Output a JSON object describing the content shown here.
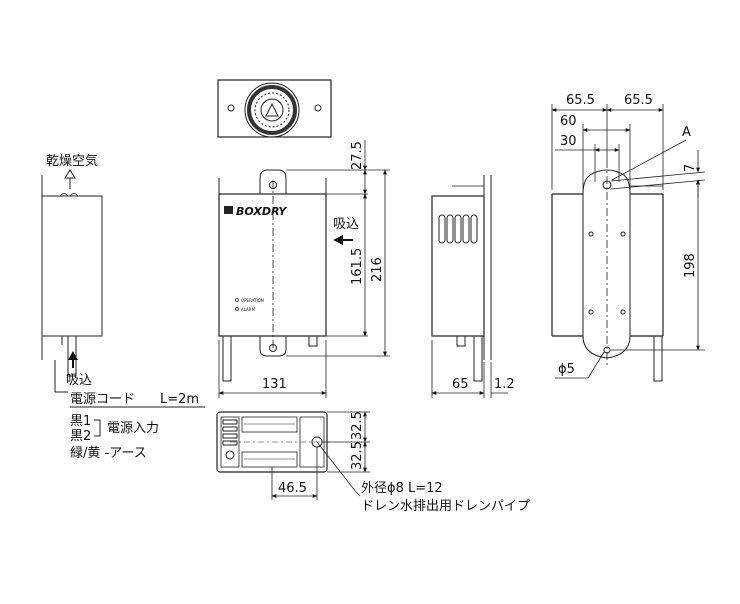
{
  "labels": {
    "dry_air": "乾燥空気",
    "intake_left": "吸込",
    "intake_front": "吸込",
    "power_cord": "電源コード",
    "cord_length": "L=2m",
    "black1": "黒1",
    "black2": "黒2",
    "power_input": "電源入力",
    "ground": "緑/黄 -アース",
    "brand": "BOXDRY",
    "operation": "OPERATION",
    "alarm": "ALARM",
    "drain_od": "外径ϕ8 L=12",
    "drain_pipe": "ドレン水排出用ドレンパイプ",
    "point_a": "A",
    "hole_dia": "ϕ5"
  },
  "dimensions": {
    "top_ext": "27.5",
    "body_h": "161.5",
    "total_h": "216",
    "width": "131",
    "depth": "65",
    "bracket_t": "1.2",
    "half_w_left": "65.5",
    "half_w_right": "65.5",
    "slot_60": "60",
    "slot_30": "30",
    "hole_off": "7",
    "hole_span": "198",
    "bottom_32a": "32.5",
    "bottom_32b": "32.5",
    "bottom_46": "46.5"
  }
}
